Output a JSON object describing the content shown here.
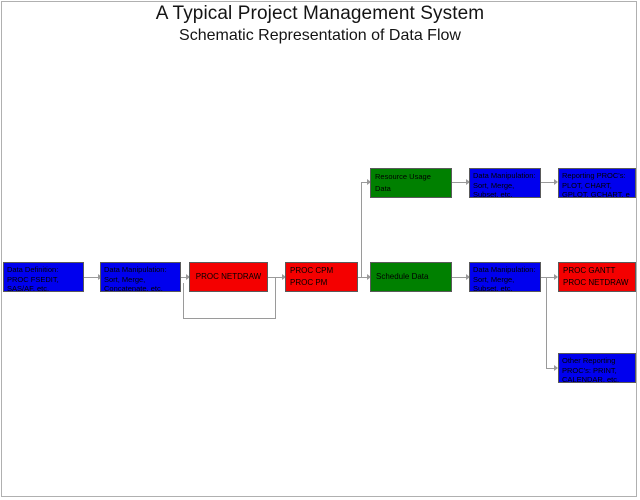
{
  "title": {
    "main": "A Typical Project Management System",
    "sub": "Schematic Representation of Data Flow"
  },
  "colors": {
    "blue": "#0000ee",
    "red": "#f40000",
    "green": "#008000",
    "connector": "#9a9a9a",
    "frame": "#b0b0b0",
    "text": "#000000"
  },
  "nodes": {
    "data_definition": {
      "lines": [
        "Data Definition:",
        "PROC FSEDIT,",
        "SAS/AF, etc."
      ],
      "text": "Data Definition:\nPROC FSEDIT,\nSAS/AF, etc.",
      "color": "blue"
    },
    "data_manipulation_1": {
      "lines": [
        "Data Manipulation:",
        "Sort, Merge,",
        "Concatenate, etc."
      ],
      "text": "Data Manipulation:\nSort, Merge,\nConcatenate, etc.",
      "color": "blue"
    },
    "proc_netdraw_1": {
      "text": "PROC NETDRAW",
      "color": "red"
    },
    "proc_cpm_pm": {
      "line1": "PROC CPM",
      "line2": "PROC PM",
      "color": "red"
    },
    "resource_usage_data": {
      "line1": "Resource Usage",
      "line2": "Data",
      "color": "green"
    },
    "schedule_data": {
      "text": "Schedule Data",
      "color": "green"
    },
    "data_manipulation_2": {
      "text": "Data Manipulation:\nSort, Merge,\nSubset, etc.",
      "color": "blue"
    },
    "data_manipulation_3": {
      "text": "Data Manipulation:\nSort, Merge,\nSubset, etc.",
      "color": "blue"
    },
    "reporting_procs": {
      "text": "Reporting PROC's:\nPLOT, CHART,\nGPLOT, GCHART, e",
      "color": "blue"
    },
    "proc_gantt_netdraw": {
      "line1": "PROC GANTT",
      "line2": "PROC NETDRAW",
      "color": "red"
    },
    "other_reporting": {
      "text": "Other Reporting\nPROC's: PRINT,\nCALENDAR, etc.",
      "color": "blue"
    }
  }
}
